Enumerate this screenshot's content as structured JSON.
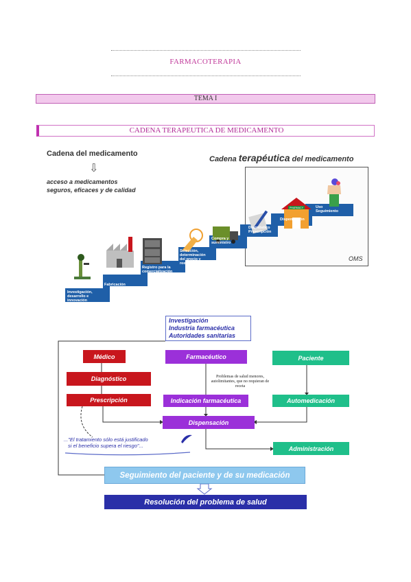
{
  "header": {
    "title": "FARMACOTERAPIA",
    "tema": "TEMA I",
    "section": "CADENA TERAPEUTICA DE MEDICAMENTO"
  },
  "chain_image": {
    "left_title": "Cadena del medicamento",
    "arrow": "⇩",
    "left_subtitle_1": "acceso a medicamentos",
    "left_subtitle_2": "seguros, eficaces y de calidad",
    "right_title_pre": "Cadena ",
    "right_title_bold": "terapéutica",
    "right_title_post": " del medicamento",
    "oms": "OMS",
    "steps": [
      "Investigación, desarrollo e innovación",
      "Fabricación",
      "Registro para la comercialización",
      "Selección, determinación del precio y reembolso",
      "Compra y suministro",
      "Diagnóstico Prescripción",
      "Dispensación",
      "Uso Seguimiento"
    ],
    "pharmacy_sign": "PHARMACY"
  },
  "flow": {
    "top_box": [
      "Investigación",
      "Industria farmacéutica",
      "Autoridades sanitarias"
    ],
    "medico": "Médico",
    "diagnostico": "Diagnóstico",
    "prescripcion": "Prescripción",
    "farmaceutico": "Farmacéutico",
    "problemas": "Problemas de salud menores, autolimitantes, que no requieran de receta",
    "indicacion": "Indicación farmacéutica",
    "paciente": "Paciente",
    "automedicacion": "Automedicación",
    "dispensacion": "Dispensación",
    "administracion": "Administración",
    "quote_1": "...\"El tratamiento sólo está justificado",
    "quote_2": "si el beneficio supera el riesgo\"...",
    "seguimiento": "Seguimiento del paciente y de su medicación",
    "resolucion": "Resolución del problema de salud"
  },
  "colors": {
    "accent": "#c0399a",
    "red": "#c8161d",
    "purple": "#9b30d9",
    "green": "#1fbf8a",
    "navy": "#2a2fa8",
    "lightblue": "#8ec8ee",
    "stair": "#1f5fa8"
  }
}
